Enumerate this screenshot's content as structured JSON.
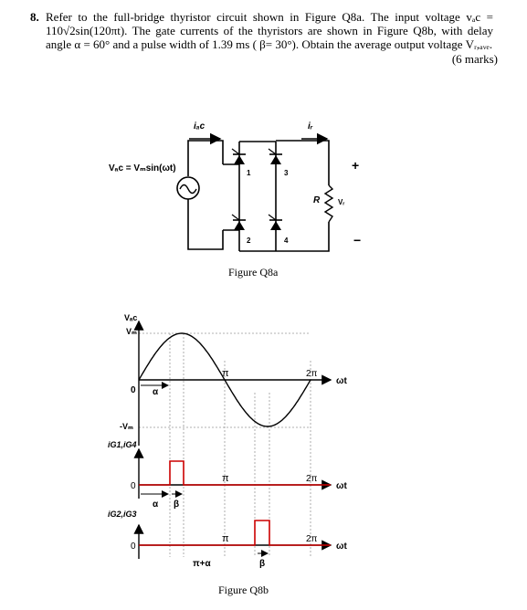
{
  "question": {
    "number": "8.",
    "text": "Refer to the full-bridge thyristor circuit shown in Figure Q8a. The input voltage vₐc = 110√2sin(120πt). The gate currents of the thyristors are shown in Figure Q8b, with delay angle α = 60° and a pulse width of 1.39 ms ( β= 30°). Obtain the average output voltage Vᵣ,ₐᵥₑ.",
    "marks": "(6 marks)"
  },
  "figure_a": {
    "caption": "Figure Q8a",
    "source_label": "Vₐc = Vₘsin(ωt)",
    "i_ac_label": "iₐc",
    "i_r_label": "iᵣ",
    "resistor_label": "R",
    "vr_label": "Vᵣ",
    "plus": "+",
    "minus": "−",
    "thyristor_labels": [
      "1",
      "2",
      "3",
      "4"
    ]
  },
  "figure_b": {
    "caption": "Figure Q8b",
    "vac_label": "Vₐc",
    "vm_label": "Vₘ",
    "neg_vm_label": "-Vₘ",
    "ig14_label": "i⁡G1,i⁡G4",
    "ig23_label": "i⁡G2,i⁡G3",
    "zero": "0",
    "pi": "π",
    "two_pi": "2π",
    "alpha": "α",
    "beta": "β",
    "pi_plus_alpha": "π+α",
    "omega_t": "ωt"
  },
  "colors": {
    "pulse": "#cc0000",
    "axis": "#000000"
  }
}
